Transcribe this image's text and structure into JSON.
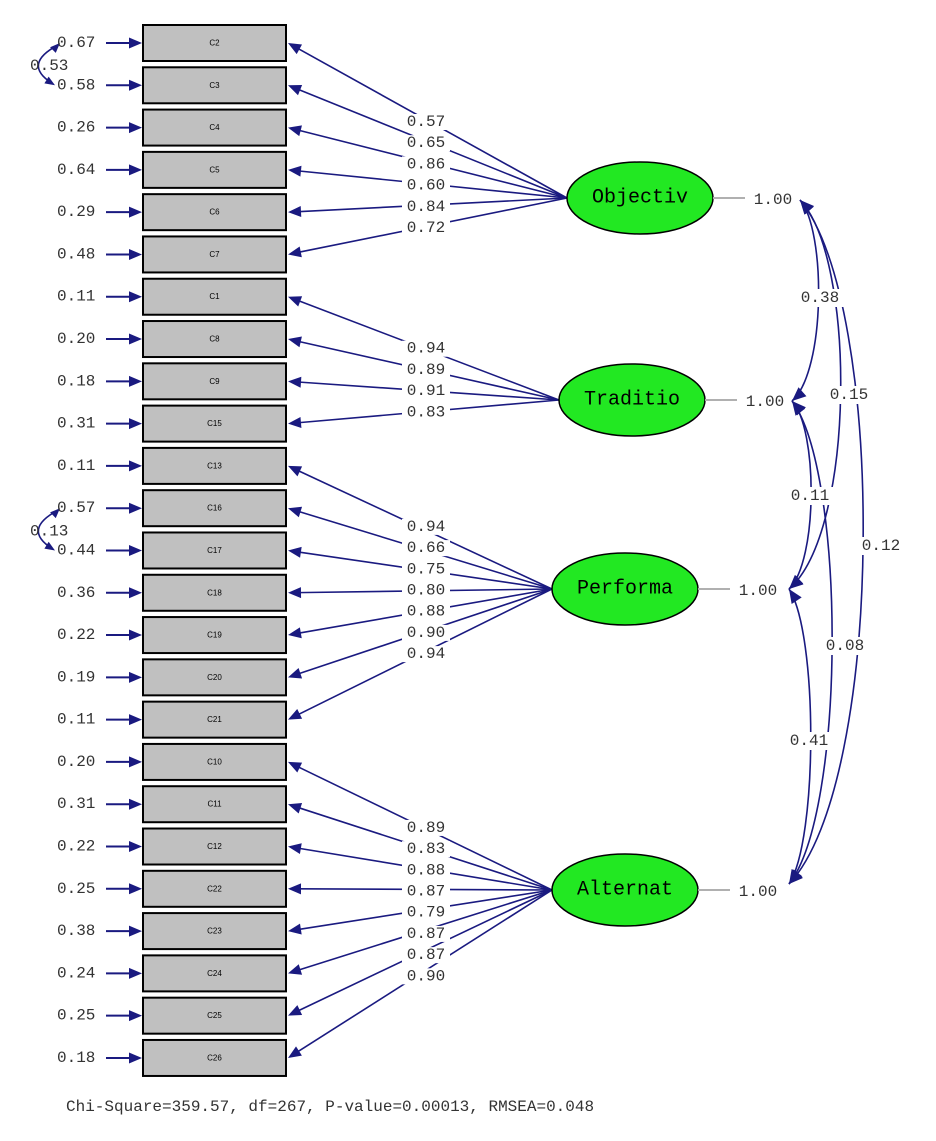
{
  "colors": {
    "path": "#1a1a80",
    "box_fill": "#c0c0c0",
    "box_stroke": "#000000",
    "latent_fill": "#22e822",
    "variance_line": "#b0b0b0",
    "text": "#333333"
  },
  "latents": [
    {
      "id": "Objectiv",
      "label": "Objectiv",
      "variance": "1.00"
    },
    {
      "id": "Traditio",
      "label": "Traditio",
      "variance": "1.00"
    },
    {
      "id": "Performa",
      "label": "Performa",
      "variance": "1.00"
    },
    {
      "id": "Alternat",
      "label": "Alternat",
      "variance": "1.00"
    }
  ],
  "indicators": [
    {
      "label": "C2",
      "error": "0.67",
      "factor": "Objectiv",
      "loading": "0.57"
    },
    {
      "label": "C3",
      "error": "0.58",
      "factor": "Objectiv",
      "loading": "0.65"
    },
    {
      "label": "C4",
      "error": "0.26",
      "factor": "Objectiv",
      "loading": "0.86"
    },
    {
      "label": "C5",
      "error": "0.64",
      "factor": "Objectiv",
      "loading": "0.60"
    },
    {
      "label": "C6",
      "error": "0.29",
      "factor": "Objectiv",
      "loading": "0.84"
    },
    {
      "label": "C7",
      "error": "0.48",
      "factor": "Objectiv",
      "loading": "0.72"
    },
    {
      "label": "C1",
      "error": "0.11",
      "factor": "Traditio",
      "loading": "0.94"
    },
    {
      "label": "C8",
      "error": "0.20",
      "factor": "Traditio",
      "loading": "0.89"
    },
    {
      "label": "C9",
      "error": "0.18",
      "factor": "Traditio",
      "loading": "0.91"
    },
    {
      "label": "C15",
      "error": "0.31",
      "factor": "Traditio",
      "loading": "0.83"
    },
    {
      "label": "C13",
      "error": "0.11",
      "factor": "Performa",
      "loading": "0.94"
    },
    {
      "label": "C16",
      "error": "0.57",
      "factor": "Performa",
      "loading": "0.66"
    },
    {
      "label": "C17",
      "error": "0.44",
      "factor": "Performa",
      "loading": "0.75"
    },
    {
      "label": "C18",
      "error": "0.36",
      "factor": "Performa",
      "loading": "0.80"
    },
    {
      "label": "C19",
      "error": "0.22",
      "factor": "Performa",
      "loading": "0.88"
    },
    {
      "label": "C20",
      "error": "0.19",
      "factor": "Performa",
      "loading": "0.90"
    },
    {
      "label": "C21",
      "error": "0.11",
      "factor": "Performa",
      "loading": "0.94"
    },
    {
      "label": "C10",
      "error": "0.20",
      "factor": "Alternat",
      "loading": "0.89"
    },
    {
      "label": "C11",
      "error": "0.31",
      "factor": "Alternat",
      "loading": "0.83"
    },
    {
      "label": "C12",
      "error": "0.22",
      "factor": "Alternat",
      "loading": "0.88"
    },
    {
      "label": "C22",
      "error": "0.25",
      "factor": "Alternat",
      "loading": "0.87"
    },
    {
      "label": "C23",
      "error": "0.38",
      "factor": "Alternat",
      "loading": "0.79"
    },
    {
      "label": "C24",
      "error": "0.24",
      "factor": "Alternat",
      "loading": "0.87"
    },
    {
      "label": "C25",
      "error": "0.25",
      "factor": "Alternat",
      "loading": "0.87"
    },
    {
      "label": "C26",
      "error": "0.18",
      "factor": "Alternat",
      "loading": "0.90"
    }
  ],
  "error_covariances": [
    {
      "between": [
        "C2",
        "C3"
      ],
      "value": "0.53"
    },
    {
      "between": [
        "C16",
        "C17"
      ],
      "value": "0.13"
    }
  ],
  "factor_correlations": [
    {
      "between": [
        "Objectiv",
        "Traditio"
      ],
      "value": "0.38"
    },
    {
      "between": [
        "Objectiv",
        "Performa"
      ],
      "value": "0.15"
    },
    {
      "between": [
        "Objectiv",
        "Alternat"
      ],
      "value": "0.12"
    },
    {
      "between": [
        "Traditio",
        "Performa"
      ],
      "value": "0.11"
    },
    {
      "between": [
        "Traditio",
        "Alternat"
      ],
      "value": "0.08"
    },
    {
      "between": [
        "Performa",
        "Alternat"
      ],
      "value": "0.41"
    }
  ],
  "fit_statistics": "Chi-Square=359.57, df=267, P-value=0.00013, RMSEA=0.048"
}
